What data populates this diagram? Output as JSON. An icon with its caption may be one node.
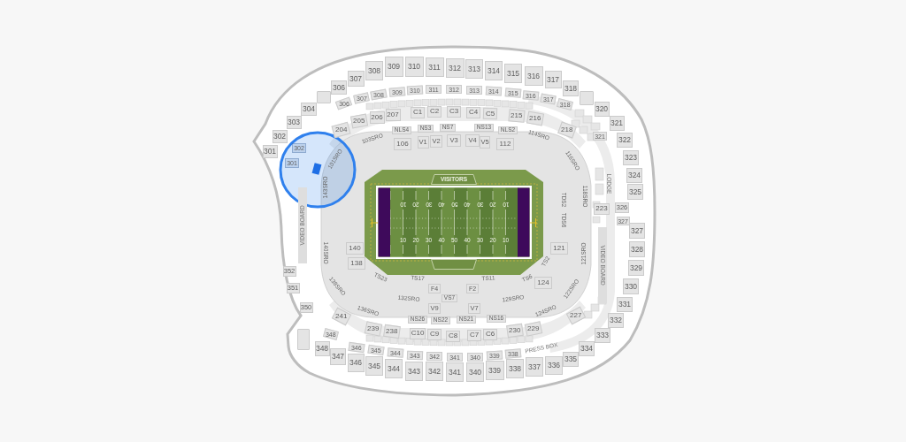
{
  "diagram": {
    "nodes": [
      {
        "text": [
          "301"
        ]
      },
      {
        "text": [
          "302"
        ]
      },
      {
        "text": [
          "303"
        ]
      },
      {
        "text": [
          "304"
        ]
      },
      {
        "text": [],
        "shape": "box"
      },
      {
        "text": [
          "306"
        ]
      },
      {
        "text": [
          "307"
        ]
      },
      {
        "text": [
          "308"
        ]
      },
      {
        "text": [
          "309"
        ]
      },
      {
        "text": [
          "310"
        ]
      },
      {
        "text": [
          "311"
        ]
      },
      {
        "text": [
          "312"
        ]
      },
      {
        "text": [
          "313"
        ]
      },
      {
        "text": [
          "314"
        ]
      },
      {
        "text": [
          "315"
        ]
      },
      {
        "text": [
          "316"
        ]
      },
      {
        "text": [
          "317"
        ]
      },
      {
        "text": [
          "318"
        ]
      },
      {
        "text": [],
        "shape": "box"
      },
      {
        "text": [
          "320"
        ]
      },
      {
        "text": [
          "321"
        ]
      },
      {
        "text": [
          "322"
        ]
      },
      {
        "text": [
          "323"
        ]
      },
      {
        "text": [
          "324"
        ]
      },
      {
        "text": [
          "325"
        ]
      },
      {
        "text": [
          "327"
        ]
      },
      {
        "text": [
          "328"
        ]
      },
      {
        "text": [
          "329"
        ]
      },
      {
        "text": [
          "330"
        ]
      },
      {
        "text": [
          "331"
        ]
      },
      {
        "text": [
          "332"
        ]
      },
      {
        "text": [
          "333"
        ]
      },
      {
        "text": [
          "334"
        ]
      },
      {
        "text": [
          "335"
        ]
      },
      {
        "text": [
          "336"
        ]
      },
      {
        "text": [
          "337"
        ]
      },
      {
        "text": [
          "338"
        ]
      },
      {
        "text": [
          "339"
        ]
      },
      {
        "text": [
          "340"
        ]
      },
      {
        "text": [
          "341"
        ]
      },
      {
        "text": [
          "342"
        ]
      },
      {
        "text": [
          "343"
        ]
      },
      {
        "text": [
          "344"
        ]
      },
      {
        "text": [
          "345"
        ]
      },
      {
        "text": [
          "346"
        ]
      },
      {
        "text": [
          "347"
        ]
      },
      {
        "text": [
          "348"
        ]
      },
      {
        "text": [],
        "shape": "box"
      },
      {
        "text": [
          "350"
        ]
      },
      {
        "text": [
          "351"
        ]
      },
      {
        "text": [
          "352"
        ]
      },
      {
        "text": [
          "301"
        ]
      },
      {
        "text": [
          "302"
        ]
      },
      {
        "text": [
          "306"
        ]
      },
      {
        "text": [
          "307"
        ]
      },
      {
        "text": [
          "308"
        ]
      },
      {
        "text": [
          "309"
        ]
      },
      {
        "text": [
          "310"
        ]
      },
      {
        "text": [
          "311"
        ]
      },
      {
        "text": [
          "312"
        ]
      },
      {
        "text": [
          "313"
        ]
      },
      {
        "text": [
          "314"
        ]
      },
      {
        "text": [
          "315"
        ]
      },
      {
        "text": [
          "316"
        ]
      },
      {
        "text": [
          "317"
        ]
      },
      {
        "text": [
          "318"
        ]
      },
      {
        "text": [
          "321"
        ]
      },
      {
        "text": [
          "348"
        ]
      },
      {
        "text": [
          "346"
        ]
      },
      {
        "text": [
          "345"
        ]
      },
      {
        "text": [
          "344"
        ]
      },
      {
        "text": [
          "343"
        ]
      },
      {
        "text": [
          "342"
        ]
      },
      {
        "text": [
          "341"
        ]
      },
      {
        "text": [
          "340"
        ]
      },
      {
        "text": [
          "339"
        ]
      },
      {
        "text": [
          "338"
        ]
      },
      {
        "text": [
          "223"
        ]
      },
      {
        "text": [
          "326"
        ]
      },
      {
        "text": [
          "327"
        ]
      },
      {
        "text": [
          "204"
        ]
      },
      {
        "text": [
          "205"
        ]
      },
      {
        "text": [
          "206"
        ]
      },
      {
        "text": [
          "207"
        ]
      },
      {
        "text": [
          "C1"
        ]
      },
      {
        "text": [
          "C2"
        ]
      },
      {
        "text": [
          "C3"
        ]
      },
      {
        "text": [
          "C4"
        ]
      },
      {
        "text": [
          "C5"
        ]
      },
      {
        "text": [
          "215"
        ]
      },
      {
        "text": [
          "216"
        ]
      },
      {
        "text": [
          "218"
        ]
      },
      {
        "text": [
          "227"
        ]
      },
      {
        "text": [
          "229"
        ]
      },
      {
        "text": [
          "230"
        ]
      },
      {
        "text": [
          "C6"
        ]
      },
      {
        "text": [
          "C7"
        ]
      },
      {
        "text": [
          "C8"
        ]
      },
      {
        "text": [
          "C9"
        ]
      },
      {
        "text": [
          "C10"
        ]
      },
      {
        "text": [
          "238"
        ]
      },
      {
        "text": [
          "239"
        ]
      },
      {
        "text": [
          "241"
        ]
      },
      {
        "text": [
          "NLS4"
        ]
      },
      {
        "text": [
          "NS3"
        ]
      },
      {
        "text": [
          "NS7"
        ]
      },
      {
        "text": [
          "NS13"
        ]
      },
      {
        "text": [
          "NLS2"
        ]
      },
      {
        "text": [
          "NS26"
        ]
      },
      {
        "text": [
          "NS22"
        ]
      },
      {
        "text": [
          "NS21"
        ]
      },
      {
        "text": [
          "NS16"
        ]
      },
      {
        "text": [
          "106"
        ]
      },
      {
        "text": [
          "V1"
        ]
      },
      {
        "text": [
          "V2"
        ]
      },
      {
        "text": [
          "V3"
        ]
      },
      {
        "text": [
          "V4"
        ]
      },
      {
        "text": [
          "V5"
        ]
      },
      {
        "text": [
          "112"
        ]
      },
      {
        "text": [
          "140"
        ]
      },
      {
        "text": [
          "138"
        ]
      },
      {
        "text": [
          "121"
        ]
      },
      {
        "text": [
          "124"
        ]
      },
      {
        "text": [
          "F4"
        ]
      },
      {
        "text": [
          "F2"
        ]
      },
      {
        "text": [
          "VS7"
        ]
      },
      {
        "text": [
          "V9"
        ]
      },
      {
        "text": [
          "V7"
        ]
      },
      {
        "text": [
          "VIDEO BOARD"
        ]
      },
      {
        "text": [
          "VIDEO BOARD"
        ]
      },
      {
        "text": [
          "VISITORS"
        ]
      },
      {
        "text": [],
        "shape": "box"
      }
    ],
    "labels": [
      "103SRO",
      "114SRO",
      "101SRO",
      "116SRO",
      "143SRO",
      "10",
      "20",
      "30",
      "40",
      "50",
      "40",
      "30",
      "20",
      "10",
      "TDS2",
      "118SRO",
      "LODGE",
      "TDS6",
      "140SRO",
      "10",
      "20",
      "30",
      "40",
      "50",
      "40",
      "30",
      "20",
      "10",
      "TS2",
      "121SRO",
      "138SRO",
      "TS23",
      "132SRO",
      "TS17",
      "TS11",
      "129SRO",
      "TS6",
      "122SRO",
      "136SRO",
      "124SRO",
      "PRESS BOX"
    ]
  }
}
